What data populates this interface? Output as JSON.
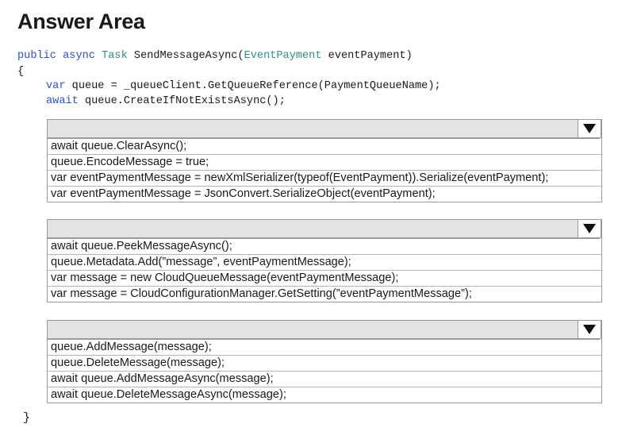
{
  "title": "Answer Area",
  "code": {
    "signature": {
      "kw_public": "public",
      "kw_async": "async",
      "type_task": "Task",
      "method": "SendMessageAsync(",
      "type_param": "EventPayment",
      "param": "eventPayment)"
    },
    "open_brace": "{",
    "line1": {
      "kw": "var",
      "rest": "queue = _queueClient.GetQueueReference(PaymentQueueName);"
    },
    "line2": {
      "kw": "await",
      "rest": "queue.CreateIfNotExistsAsync();"
    },
    "close_brace": "}"
  },
  "dropdowns": [
    {
      "selected": "",
      "options": [
        "await queue.ClearAsync();",
        "queue.EncodeMessage = true;",
        "var eventPaymentMessage = newXmlSerializer(typeof(EventPayment)).Serialize(eventPayment);",
        "var eventPaymentMessage = JsonConvert.SerializeObject(eventPayment);"
      ]
    },
    {
      "selected": "",
      "options": [
        "await queue.PeekMessageAsync();",
        "queue.Metadata.Add(”message”, eventPaymentMessage);",
        "var message = new CloudQueueMessage(eventPaymentMessage);",
        "var message = CloudConfigurationManager.GetSetting(”eventPaymentMessage”);"
      ]
    },
    {
      "selected": "",
      "options": [
        "queue.AddMessage(message);",
        "queue.DeleteMessage(message);",
        "await queue.AddMessageAsync(message);",
        "await queue.DeleteMessageAsync(message);"
      ]
    }
  ],
  "icons": {
    "dropdown_arrow": "triangle-down-icon"
  }
}
